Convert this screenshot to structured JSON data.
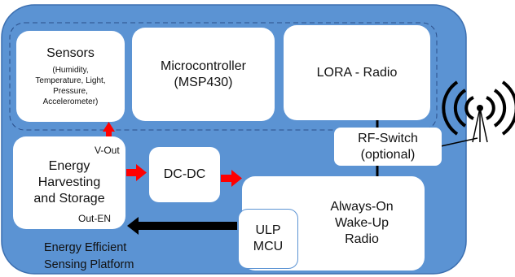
{
  "platform": {
    "title_line1": "Energy Efficient",
    "title_line2": "Sensing Platform"
  },
  "blocks": {
    "sensors": {
      "title": "Sensors",
      "details": [
        "(Humidity,",
        "Temperature, Light,",
        "Pressure,",
        "Accelerometer)"
      ]
    },
    "microcontroller": {
      "line1": "Microcontroller",
      "line2": "(MSP430)"
    },
    "lora": {
      "label": "LORA - Radio"
    },
    "energy": {
      "lines": [
        "Energy",
        "Harvesting",
        "and Storage"
      ]
    },
    "dcdc": {
      "label": "DC-DC"
    },
    "rf_switch": {
      "line1": "RF-Switch",
      "line2": "(optional)"
    },
    "wakeup": {
      "lines": [
        "Always-On",
        "Wake-Up",
        "Radio"
      ]
    },
    "ulp": {
      "line1": "ULP",
      "line2": "MCU"
    }
  },
  "signals": {
    "v_out": "V-Out",
    "out_en": "Out-EN"
  },
  "icons": [
    "antenna-icon"
  ],
  "colors": {
    "platform_fill": "#5b93d3",
    "platform_border": "#3c6fb0",
    "arrow_red": "#ff0000",
    "arrow_black": "#000000",
    "dashed_border": "#2b4f8a"
  }
}
